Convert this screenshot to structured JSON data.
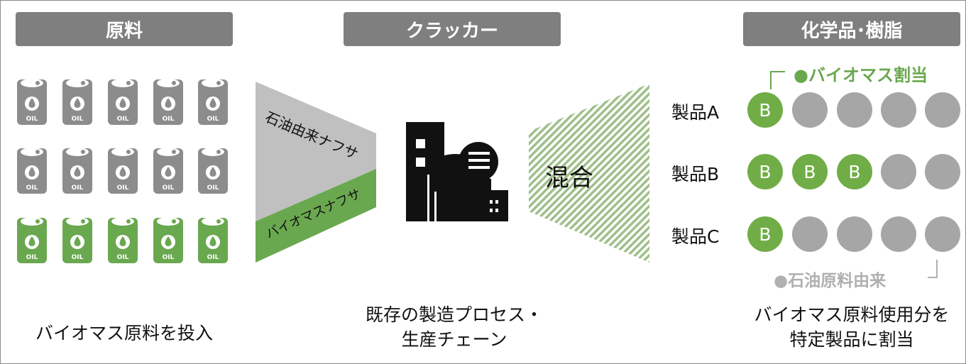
{
  "headers": {
    "raw": "原料",
    "cracker": "クラッカー",
    "product": "化学品･樹脂"
  },
  "barrels": {
    "label": "OIL",
    "rows": [
      [
        "gray",
        "gray",
        "gray",
        "gray",
        "gray"
      ],
      [
        "gray",
        "gray",
        "gray",
        "gray",
        "gray"
      ],
      [
        "green",
        "green",
        "green",
        "green",
        "green"
      ]
    ],
    "colors": {
      "gray": "#8c8c8c",
      "green": "#6aa84f"
    }
  },
  "funnel": {
    "petro_label": "石油由来ナフサ",
    "bio_label": "バイオマスナフサ"
  },
  "mix_label": "混合",
  "captions": {
    "left": "バイオマス原料を投入",
    "middle_1": "既存の製造プロセス・",
    "middle_2": "生産チェーン",
    "right_1": "バイオマス原料使用分を",
    "right_2": "特定製品に割当"
  },
  "products": [
    {
      "name": "製品A",
      "slots": [
        "B",
        "",
        "",
        "",
        ""
      ]
    },
    {
      "name": "製品B",
      "slots": [
        "B",
        "B",
        "B",
        "",
        ""
      ]
    },
    {
      "name": "製品C",
      "slots": [
        "B",
        "",
        "",
        "",
        ""
      ]
    }
  ],
  "legend": {
    "bio": "●バイオマス割当",
    "oil": "●石油原料由来"
  },
  "colors": {
    "header": "#7f7f7f",
    "bio": "#70ad47",
    "oil": "#a6a6a6",
    "petro_naphtha": "#c0c0c0"
  }
}
